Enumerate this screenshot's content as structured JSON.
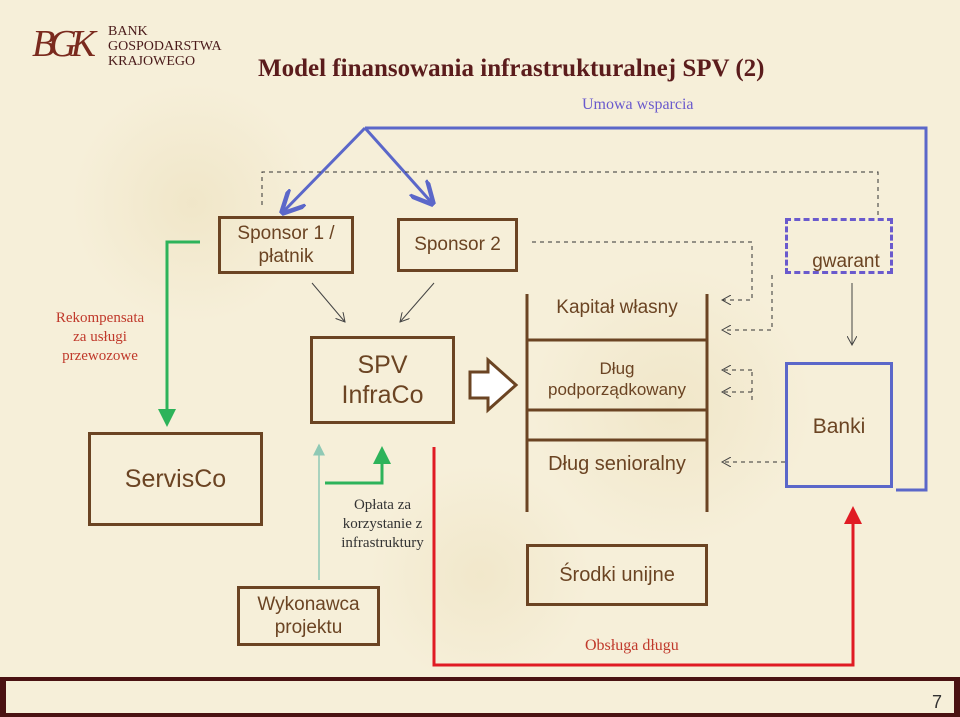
{
  "logo": {
    "line1": "BANK",
    "line2": "GOSPODARSTWA",
    "line3": "KRAJOWEGO",
    "monogram": "BGK"
  },
  "title": "Model finansowania infrastrukturalnej SPV (2)",
  "support_agreement": "Umowa wsparcia",
  "boxes": {
    "sponsor1": "Sponsor 1 / płatnik",
    "sponsor2": "Sponsor 2",
    "guarantor": "gwarant",
    "spv_line1": "SPV",
    "spv_line2": "InfraCo",
    "equity": "Kapitał własny",
    "sub_debt": "Dług podporządkowany",
    "senior_debt": "Dług senioralny",
    "banks": "Banki",
    "servisco": "ServisCo",
    "contractor": "Wykonawca projektu",
    "funds": "Środki unijne"
  },
  "labels": {
    "compensation": "Rekompensata za usługi przewozowe",
    "fee": "Opłata za korzystanie z infrastruktury",
    "debt_service": "Obsługa długu"
  },
  "page_number": "7",
  "colors": {
    "box_border": "#6b4423",
    "title": "#5b1c1c",
    "blue_arrow": "#5b67c9",
    "green_arrow": "#2db35a",
    "red_arrow": "#e01b24",
    "footer": "#4a1212"
  }
}
